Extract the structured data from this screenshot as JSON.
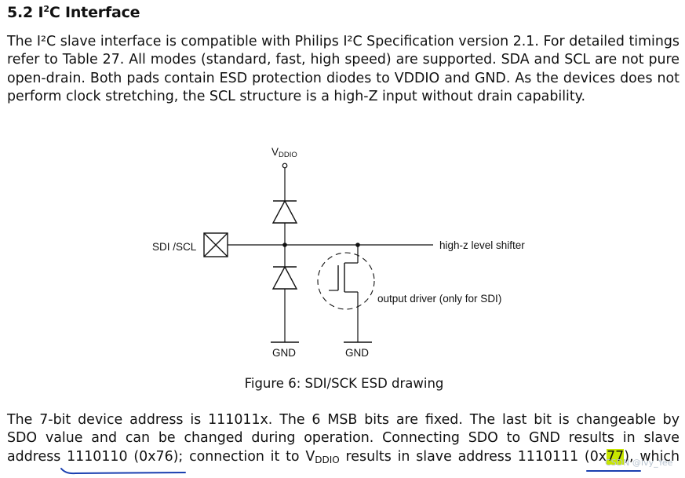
{
  "section": {
    "number": "5.2",
    "title_prefix": "I",
    "title_sup": "2",
    "title_suffix": "C Interface"
  },
  "intro": {
    "line1": "The I²C slave interface is compatible with Philips I²C Specification version 2.1. For detailed",
    "line2": "timings refer to Table 27. All modes (standard, fast, high speed) are supported. SDA and SCL",
    "line3": "are not pure open-drain. Both pads contain ESD protection diodes to VDDIO and GND. As the",
    "line4": "devices does not perform clock stretching, the SCL structure is a high-Z input without drain",
    "line5": "capability."
  },
  "diagram": {
    "vddio_main": "V",
    "vddio_sub": "DDIO",
    "pin_label": "SDI /SCL",
    "shifter_label": "high-z level shifter",
    "driver_label": "output driver (only for SDI)",
    "gnd_left": "GND",
    "gnd_right": "GND"
  },
  "figure_caption": "Figure 6: SDI/SCK ESD drawing",
  "address": {
    "line1": "The 7-bit device address is 111011x. The 6 MSB bits are fixed. The last bit is changeable by",
    "line2": "SDO value and can be changed during operation. Connecting SDO to GND results in slave",
    "line3_a": "address 1110110 (0x76); connection it to V",
    "line3_sub": "DDIO",
    "line3_b": " results in slave address 1110111 (0x",
    "line3_hl": "77",
    "line3_c": "), which"
  },
  "watermark": "CSDN @Ivy_Yee"
}
